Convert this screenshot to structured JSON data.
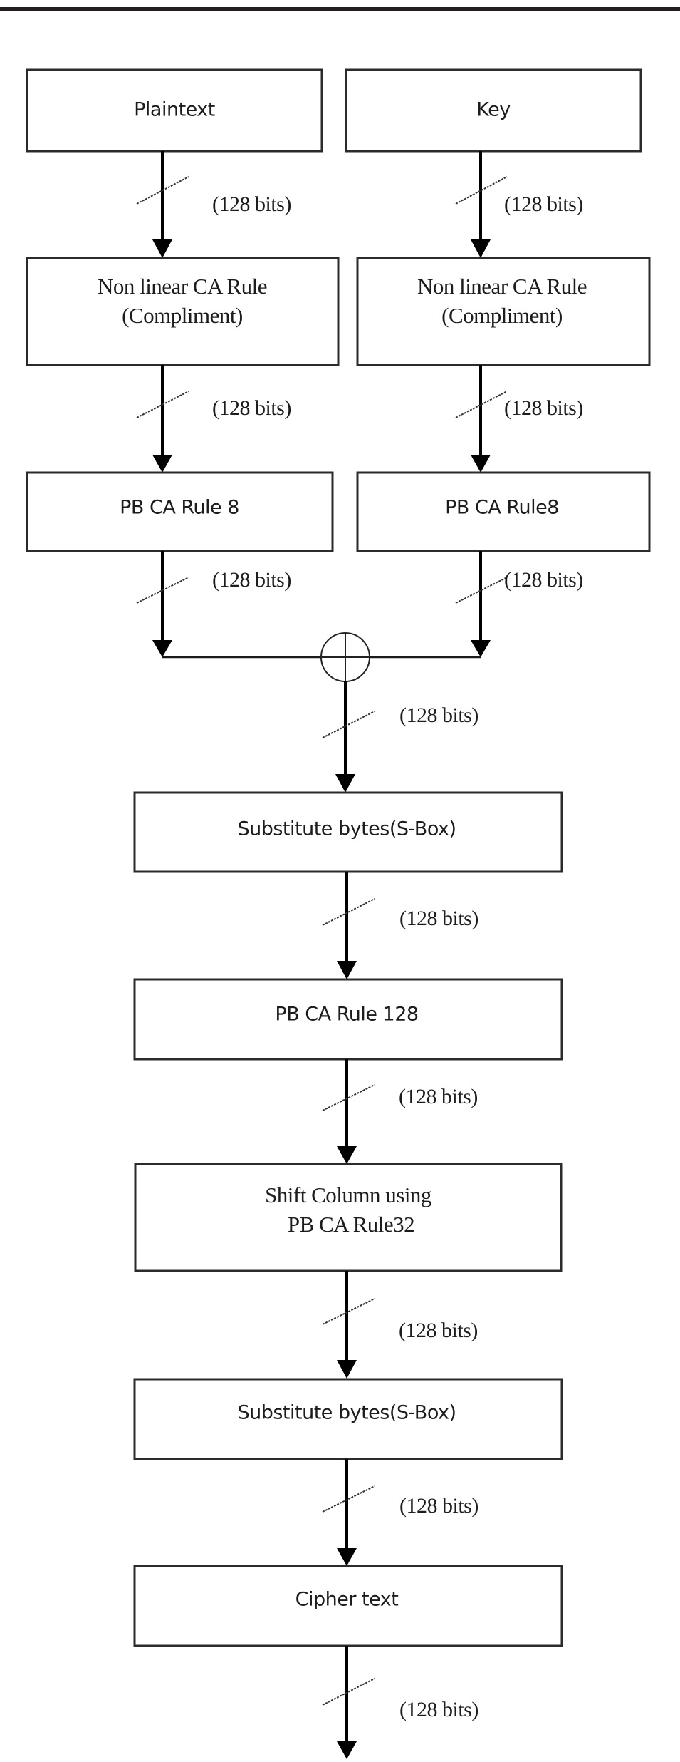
{
  "diagram": {
    "blocks": {
      "plaintext": "Plaintext",
      "key": "Key",
      "nonlinear_left_line1": "Non linear CA Rule",
      "nonlinear_left_line2": "(Compliment)",
      "nonlinear_right_line1": "Non linear CA Rule",
      "nonlinear_right_line2": "(Compliment)",
      "pbca8_left": "PB CA Rule 8",
      "pbca8_right": "PB CA Rule8",
      "sbox1": "Substitute bytes(S-Box)",
      "pbca128": "PB CA Rule 128",
      "shift_line1": "Shift Column using",
      "shift_line2": "PB CA Rule32",
      "sbox2": "Substitute bytes(S-Box)",
      "ciphertext": "Cipher text"
    },
    "bus_width_label": "(128 bits)",
    "bus_labels": {
      "plaintext_out": "(128 bits)",
      "key_out": "(128 bits)",
      "nonlinear_left_out": "(128 bits)",
      "nonlinear_right_out": "(128 bits)",
      "pbca8_left_out": "(128 bits)",
      "pbca8_right_out": "(128 bits)",
      "xor_out": "(128 bits)",
      "sbox1_out": "(128 bits)",
      "pbca128_out": "(128 bits)",
      "shift_out": "(128 bits)",
      "sbox2_out": "(128 bits)",
      "cipher_out": "(128 bits)"
    },
    "xor_symbol": "xor-operator"
  }
}
